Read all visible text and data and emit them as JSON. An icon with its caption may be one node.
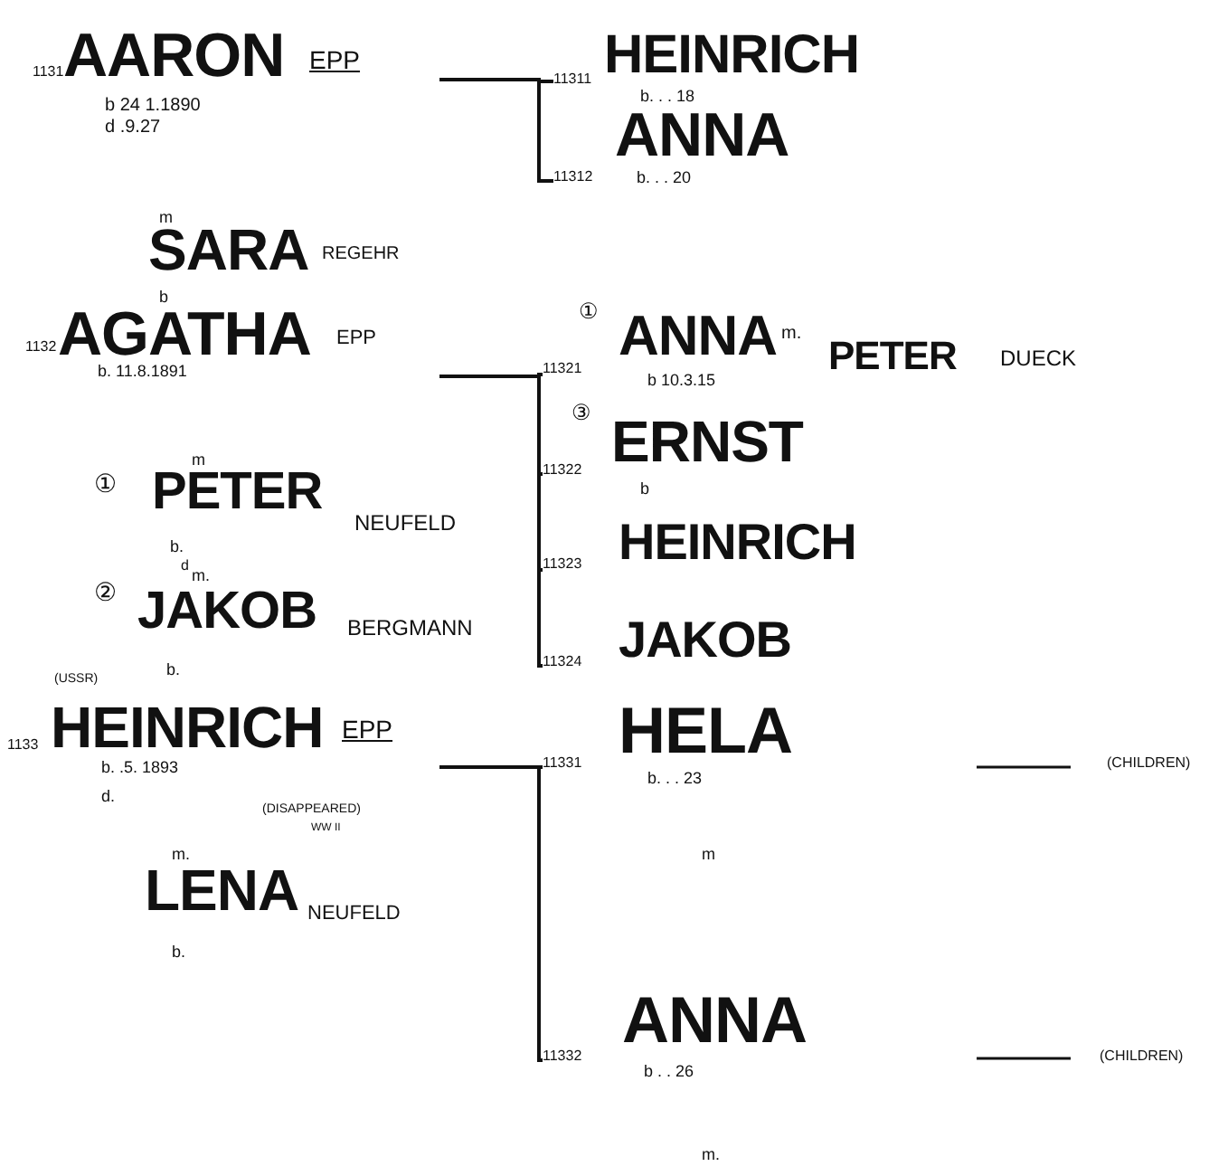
{
  "diagram": {
    "nodes": [
      {
        "text": [
          "AARON",
          "EPP",
          "b 24 1.1890",
          "d .9.27"
        ],
        "beside": [
          "1131"
        ]
      },
      {
        "text": [
          "HEINRICH",
          "b. . . 18"
        ],
        "beside": [
          "11311"
        ]
      },
      {
        "text": [
          "ANNA",
          "b. . . 20"
        ],
        "beside": [
          "11312"
        ]
      },
      {
        "text": [
          "AGATHA",
          "EPP",
          "b. 11.8.1891"
        ],
        "beside": [
          "1132"
        ]
      },
      {
        "text": [
          "ANNA",
          "b 10.3.15"
        ],
        "beside": [
          "①",
          "11321"
        ]
      },
      {
        "text": [
          "ERNST",
          "b"
        ],
        "beside": [
          "③",
          "11322"
        ]
      },
      {
        "text": [
          "HEINRICH"
        ],
        "beside": [
          "11323"
        ]
      },
      {
        "text": [
          "JAKOB"
        ],
        "beside": [
          "11324"
        ]
      },
      {
        "text": [
          "HEINRICH",
          "EPP",
          "b. .5. 1893",
          "d."
        ],
        "beside": [
          "1133"
        ]
      },
      {
        "text": [
          "HELA",
          "b. . . 23"
        ],
        "beside": [
          "11331"
        ]
      },
      {
        "text": [
          "ANNA",
          "b . . 26"
        ],
        "beside": [
          "11332"
        ]
      }
    ],
    "edges": [
      {
        "from": 0,
        "to": 1,
        "arrow": "none"
      },
      {
        "from": 0,
        "to": 2,
        "arrow": "none"
      },
      {
        "from": 3,
        "to": 4,
        "arrow": "none"
      },
      {
        "from": 3,
        "to": 5,
        "arrow": "none"
      },
      {
        "from": 3,
        "to": 6,
        "arrow": "none"
      },
      {
        "from": 3,
        "to": 7,
        "arrow": "none"
      },
      {
        "from": 8,
        "to": 9,
        "arrow": "none"
      },
      {
        "from": 8,
        "to": 10,
        "arrow": "none"
      }
    ],
    "labels": [
      "m",
      "SARA",
      "REGEHR",
      "b",
      "m.",
      "PETER",
      "DUECK",
      "①",
      "m",
      "PETER",
      "NEUFELD",
      "b.",
      "d",
      "②",
      "m.",
      "JAKOB",
      "BERGMANN",
      "(USSR)",
      "b.",
      "(DISAPPEARED)",
      "WW II",
      "(CHILDREN)",
      "m.",
      "LENA",
      "NEUFELD",
      "b.",
      "m",
      "(CHILDREN)",
      "m."
    ]
  }
}
